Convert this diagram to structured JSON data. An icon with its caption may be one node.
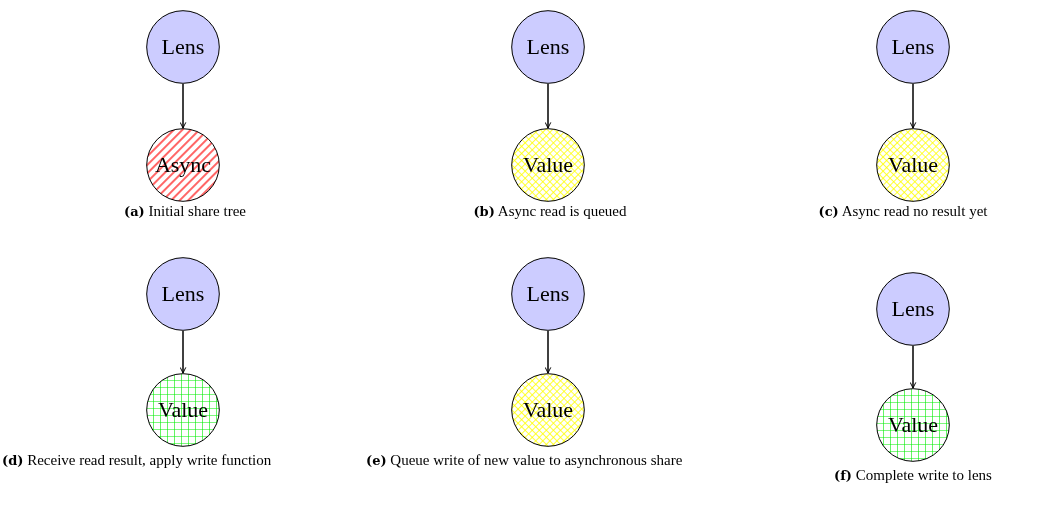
{
  "diagram": {
    "nodes": [
      {
        "text": [
          "Lens"
        ]
      },
      {
        "text": [
          "Async"
        ]
      },
      {
        "text": [
          "Lens"
        ]
      },
      {
        "text": [
          "Value"
        ]
      },
      {
        "text": [
          "Lens"
        ]
      },
      {
        "text": [
          "Value"
        ]
      },
      {
        "text": [
          "Lens"
        ]
      },
      {
        "text": [
          "Value"
        ]
      },
      {
        "text": [
          "Lens"
        ]
      },
      {
        "text": [
          "Value"
        ]
      },
      {
        "text": [
          "Lens"
        ]
      },
      {
        "text": [
          "Value"
        ]
      }
    ],
    "edges": [
      {
        "from": 0,
        "to": 1,
        "arrow": "to"
      },
      {
        "from": 2,
        "to": 3,
        "arrow": "to"
      },
      {
        "from": 4,
        "to": 5,
        "arrow": "to"
      },
      {
        "from": 6,
        "to": 7,
        "arrow": "to"
      },
      {
        "from": 8,
        "to": 9,
        "arrow": "to"
      },
      {
        "from": 10,
        "to": 11,
        "arrow": "to"
      }
    ],
    "labels": [
      "**(a)** Initial share tree",
      "**(b)** Async read is queued",
      "**(c)** Async read no result yet",
      "**(d)** Receive read result, apply write function",
      "**(e)** Queue write of new value to asynchronous share",
      "**(f)** Complete write to lens"
    ]
  }
}
